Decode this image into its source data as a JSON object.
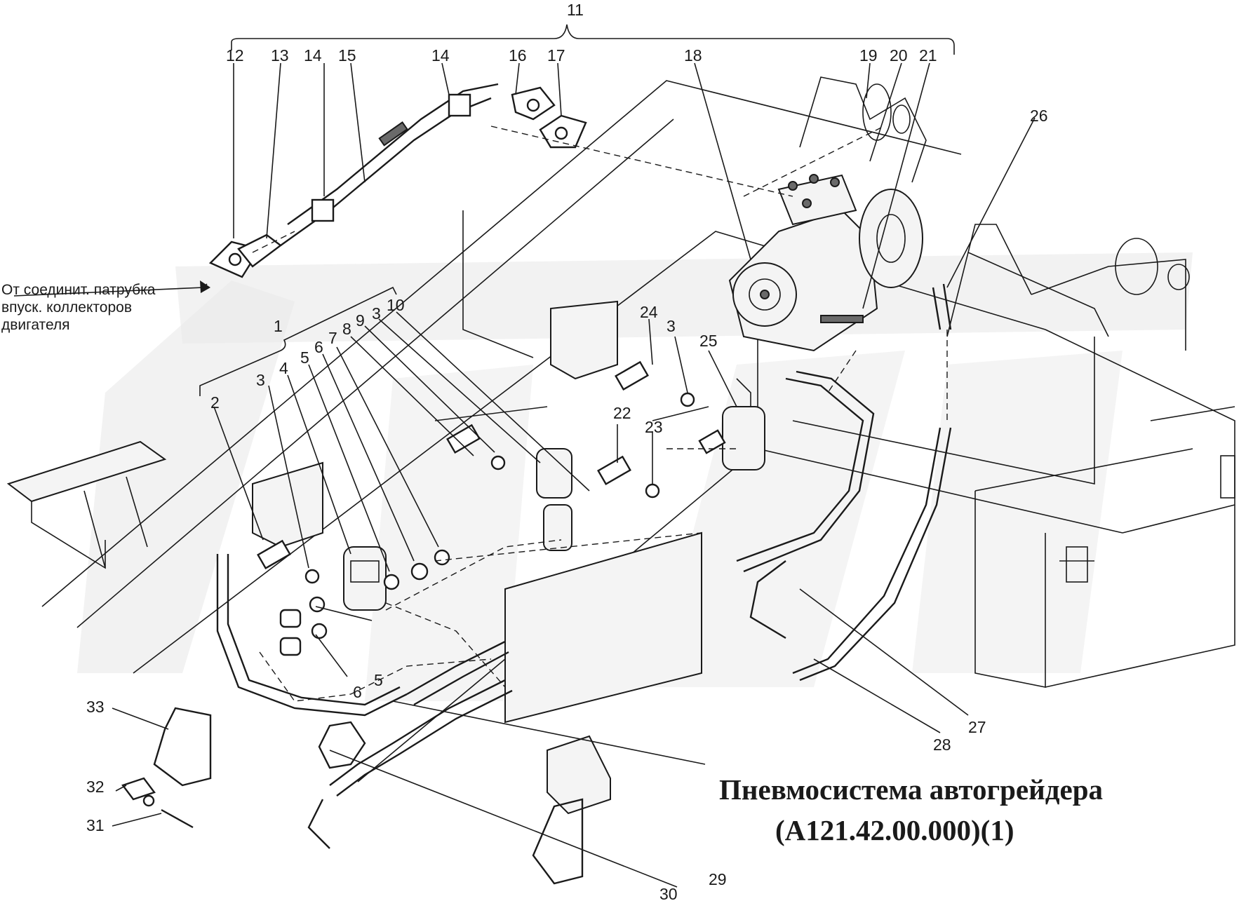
{
  "title": {
    "line1": "Пневмосистема автогрейдера",
    "line2": "(А121.42.00.000)(1)"
  },
  "note": {
    "line1": "От  соединит. патрубка",
    "line2": "впуск. коллекторов",
    "line3": "двигателя"
  },
  "callouts": {
    "c1": "1",
    "c2": "2",
    "c3a": "3",
    "c3b": "3",
    "c3c": "3",
    "c4": "4",
    "c5a": "5",
    "c5b": "5",
    "c6a": "6",
    "c6b": "6",
    "c7": "7",
    "c8": "8",
    "c9": "9",
    "c10": "10",
    "c11": "11",
    "c12": "12",
    "c13": "13",
    "c14a": "14",
    "c14b": "14",
    "c15": "15",
    "c16": "16",
    "c17": "17",
    "c18": "18",
    "c19": "19",
    "c20": "20",
    "c21": "21",
    "c22": "22",
    "c23": "23",
    "c24": "24",
    "c25": "25",
    "c26": "26",
    "c27": "27",
    "c28": "28",
    "c29": "29",
    "c30": "30",
    "c31": "31",
    "c32": "32",
    "c33": "33"
  }
}
